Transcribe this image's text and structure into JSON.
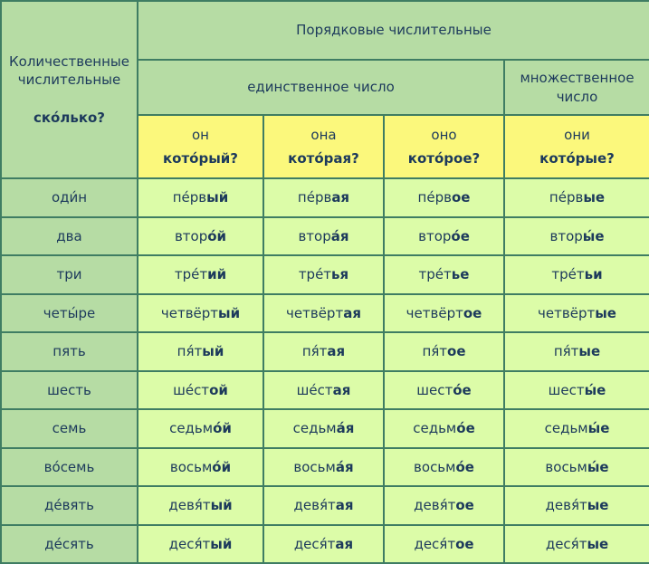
{
  "header": {
    "cardinal_title": "Количественные числительные",
    "cardinal_question": "скóлько?",
    "ordinal_title": "Порядковые числительные",
    "singular_title": "единственное число",
    "plural_title": "множественное число"
  },
  "question_columns": [
    {
      "pronoun": "он",
      "question_stem": "котóр",
      "question_end": "ый?"
    },
    {
      "pronoun": "она",
      "question_stem": "котóр",
      "question_end": "ая?"
    },
    {
      "pronoun": "оно",
      "question_stem": "котóр",
      "question_end": "ое?"
    },
    {
      "pronoun": "они",
      "question_stem": "котóр",
      "question_end": "ые?"
    }
  ],
  "rows": [
    {
      "cardinal": "оди́н",
      "forms": [
        {
          "stem": "пéрв",
          "end": "ый"
        },
        {
          "stem": "пéрв",
          "end": "ая"
        },
        {
          "stem": "пéрв",
          "end": "ое"
        },
        {
          "stem": "пéрв",
          "end": "ые"
        }
      ]
    },
    {
      "cardinal": "два",
      "forms": [
        {
          "stem": "втор",
          "end": "óй"
        },
        {
          "stem": "втор",
          "end": "áя"
        },
        {
          "stem": "втор",
          "end": "óе"
        },
        {
          "stem": "втор",
          "end": "ы́е"
        }
      ]
    },
    {
      "cardinal": "три",
      "forms": [
        {
          "stem": "трéт",
          "end": "ий"
        },
        {
          "stem": "трéт",
          "end": "ья"
        },
        {
          "stem": "трéт",
          "end": "ье"
        },
        {
          "stem": "трéт",
          "end": "ьи"
        }
      ]
    },
    {
      "cardinal": "четы́ре",
      "forms": [
        {
          "stem": "четвёрт",
          "end": "ый"
        },
        {
          "stem": "четвёрт",
          "end": "ая"
        },
        {
          "stem": "четвёрт",
          "end": "ое"
        },
        {
          "stem": "четвёрт",
          "end": "ые"
        }
      ]
    },
    {
      "cardinal": "пять",
      "forms": [
        {
          "stem": "пя́т",
          "end": "ый"
        },
        {
          "stem": "пя́т",
          "end": "ая"
        },
        {
          "stem": "пя́т",
          "end": "ое"
        },
        {
          "stem": "пя́т",
          "end": "ые"
        }
      ]
    },
    {
      "cardinal": "шесть",
      "forms": [
        {
          "stem": "шéст",
          "end": "ой"
        },
        {
          "stem": "шéст",
          "end": "ая"
        },
        {
          "stem": "шест",
          "end": "óе"
        },
        {
          "stem": "шест",
          "end": "ы́е"
        }
      ]
    },
    {
      "cardinal": "семь",
      "forms": [
        {
          "stem": "седьм",
          "end": "óй"
        },
        {
          "stem": "седьм",
          "end": "áя"
        },
        {
          "stem": "седьм",
          "end": "óе"
        },
        {
          "stem": "седьм",
          "end": "ы́е"
        }
      ]
    },
    {
      "cardinal": "вóсемь",
      "forms": [
        {
          "stem": "восьм",
          "end": "óй"
        },
        {
          "stem": "восьм",
          "end": "áя"
        },
        {
          "stem": "восьм",
          "end": "óе"
        },
        {
          "stem": "восьм",
          "end": "ы́е"
        }
      ]
    },
    {
      "cardinal": "дéвять",
      "forms": [
        {
          "stem": "девя́т",
          "end": "ый"
        },
        {
          "stem": "девя́т",
          "end": "ая"
        },
        {
          "stem": "девя́т",
          "end": "ое"
        },
        {
          "stem": "девя́т",
          "end": "ые"
        }
      ]
    },
    {
      "cardinal": "дéсять",
      "forms": [
        {
          "stem": "деся́т",
          "end": "ый"
        },
        {
          "stem": "деся́т",
          "end": "ая"
        },
        {
          "stem": "деся́т",
          "end": "ое"
        },
        {
          "stem": "деся́т",
          "end": "ые"
        }
      ]
    }
  ],
  "colors": {
    "border": "#3f7d63",
    "header_bg": "#b6dca4",
    "question_bg": "#fbf87c",
    "cell_bg": "#dcfca8",
    "text": "#1d3a5c"
  }
}
